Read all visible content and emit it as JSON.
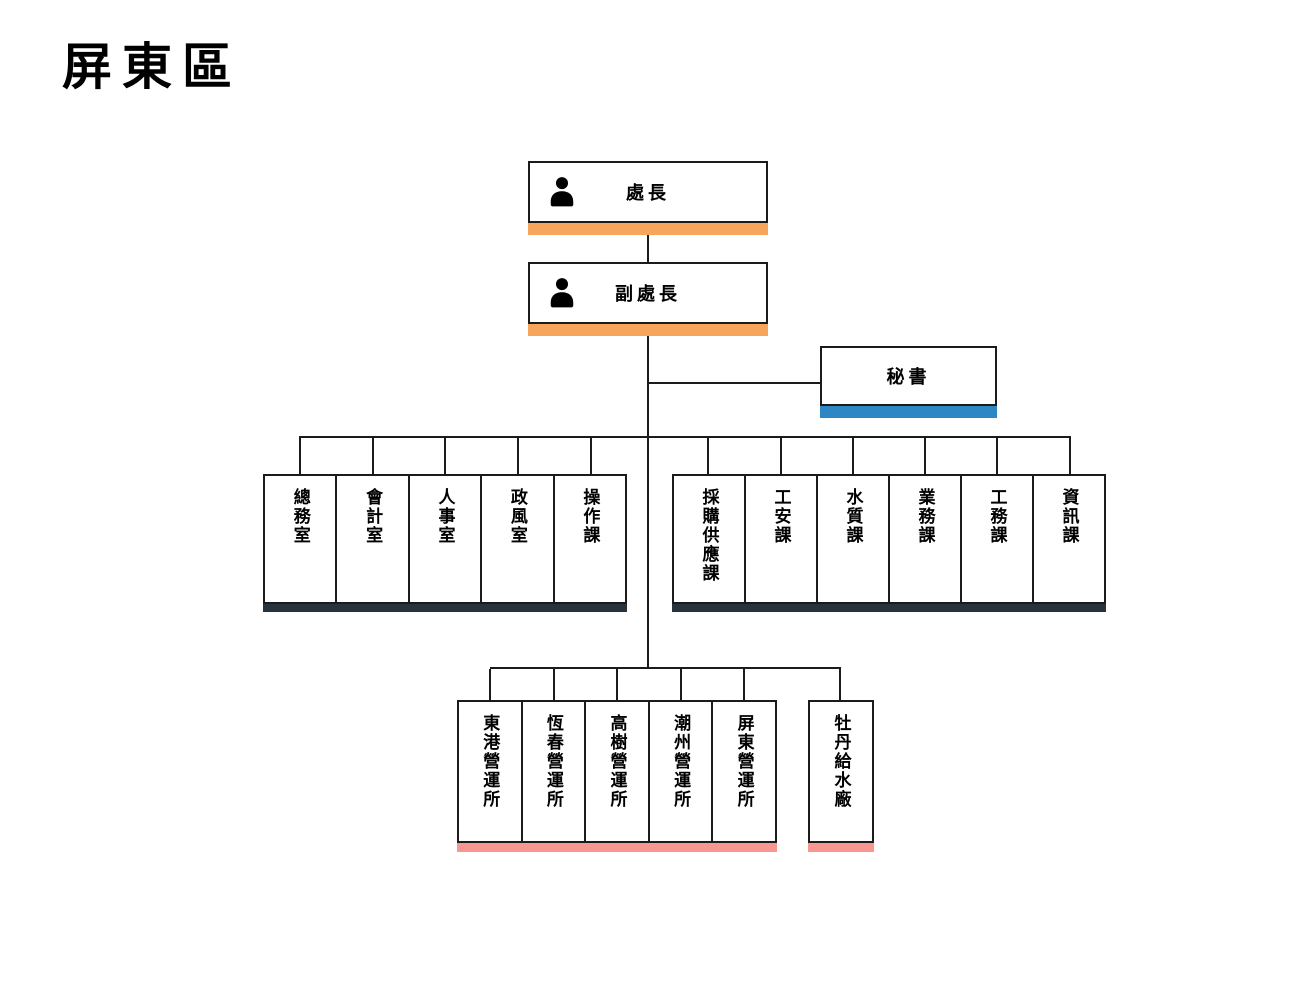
{
  "title": "屏東區",
  "nodes": {
    "director": "處長",
    "deputy_director": "副處長",
    "secretary": "秘書"
  },
  "groups": {
    "staff_offices": [
      "總務室",
      "會計室",
      "人事室",
      "政風室",
      "操作課"
    ],
    "sections": [
      "採購供應課",
      "工安課",
      "水質課",
      "業務課",
      "工務課",
      "資訊課"
    ],
    "service_stations": [
      "東港營運所",
      "恆春營運所",
      "高樹營運所",
      "潮州營運所",
      "屏東營運所"
    ],
    "water_plant": "牡丹給水廠"
  },
  "colors": {
    "executive_underline": "#F5A55C",
    "secretary_underline": "#2D87C4",
    "department_underline": "#28323A",
    "station_underline": "#F8978F"
  },
  "icons": {
    "person": "person-icon"
  }
}
